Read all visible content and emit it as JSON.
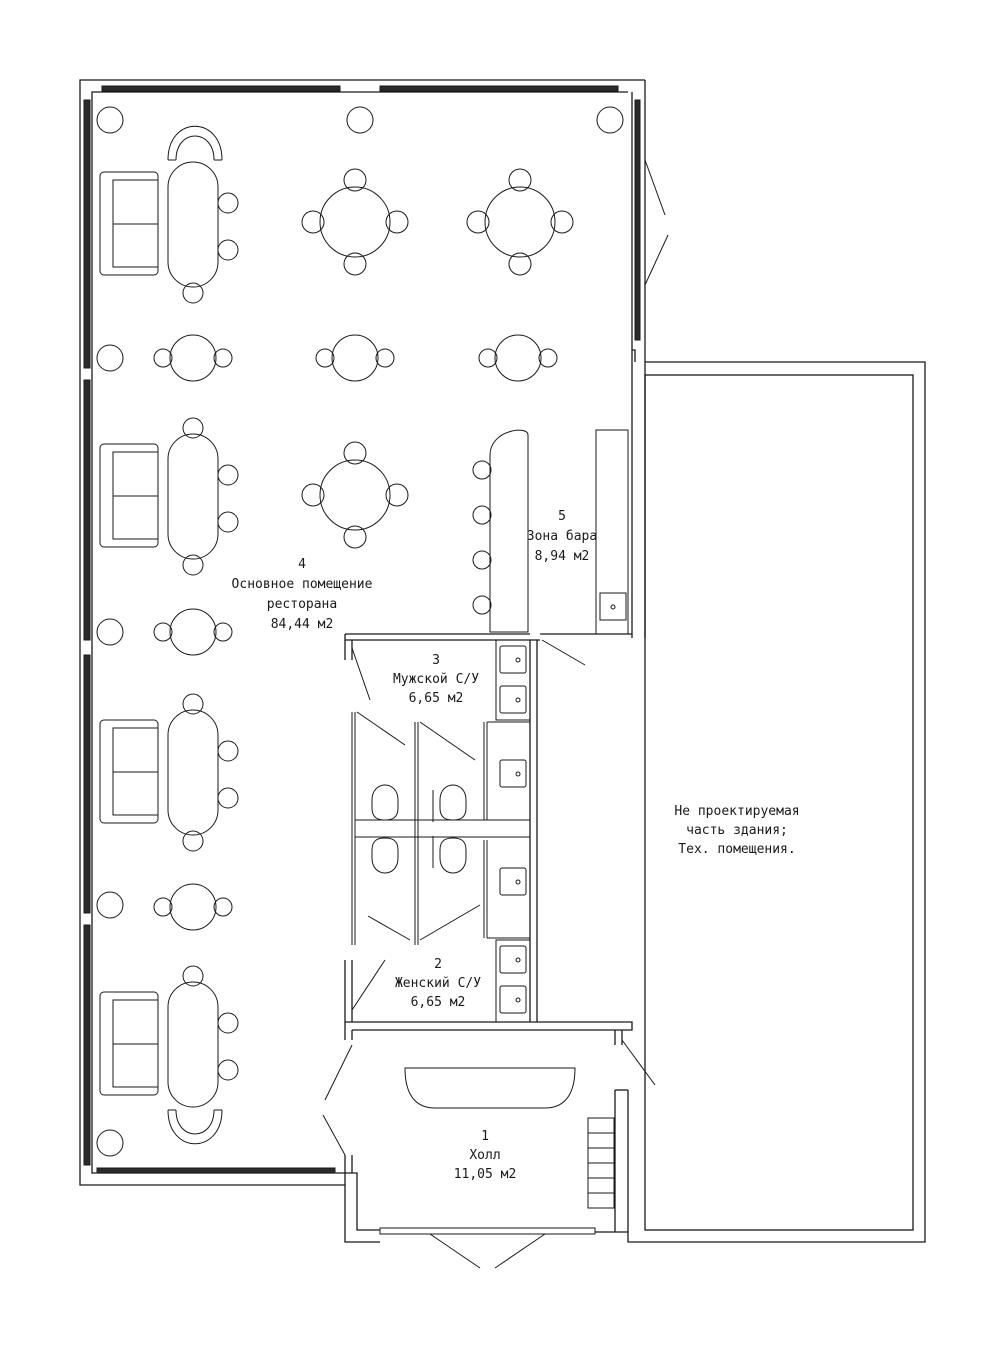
{
  "rooms": {
    "hall": {
      "number": "1",
      "name": "Холл",
      "area": "11,05 м2"
    },
    "women_wc": {
      "number": "2",
      "name": "Женский С/У",
      "area": "6,65 м2"
    },
    "men_wc": {
      "number": "3",
      "name": "Мужской С/У",
      "area": "6,65 м2"
    },
    "main_room": {
      "number": "4",
      "name_line1": "Основное помещение",
      "name_line2": "ресторана",
      "area": "84,44 м2"
    },
    "bar": {
      "number": "5",
      "name": "Зона бара",
      "area": "8,94 м2"
    }
  },
  "non_design_zone": {
    "line1": "Не проектируемая",
    "line2": "часть здания;",
    "line3": "Тех. помещения."
  },
  "colors": {
    "line": "#1a1a1a",
    "background": "#ffffff",
    "glazing": "#2b2b2b"
  }
}
